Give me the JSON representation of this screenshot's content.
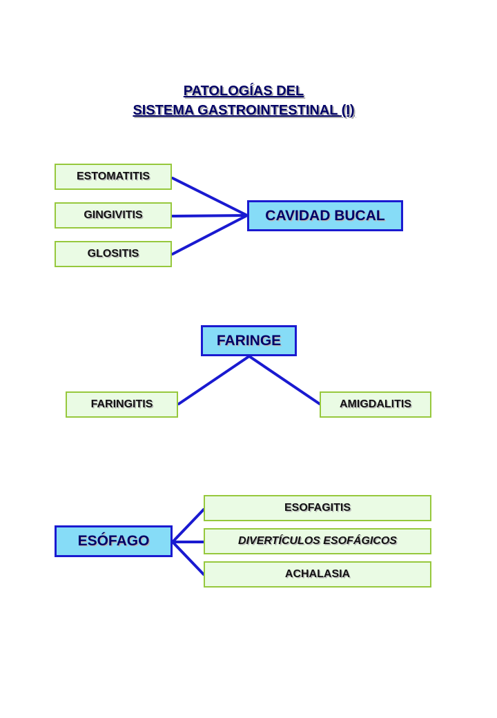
{
  "title": {
    "line1": "PATOLOGÍAS DEL",
    "line2": "SISTEMA GASTROINTESTINAL (I)"
  },
  "cavidad_bucal": {
    "label": "CAVIDAD BUCAL",
    "children": [
      "ESTOMATITIS",
      "GINGIVITIS",
      "GLOSITIS"
    ]
  },
  "faringe": {
    "label": "FARINGE",
    "children": [
      "FARINGITIS",
      "AMIGDALITIS"
    ]
  },
  "esofago": {
    "label": "ESÓFAGO",
    "children": [
      "ESOFAGITIS",
      "DIVERTÍCULOS ESOFÁGICOS",
      "ACHALASIA"
    ]
  },
  "colors": {
    "main_fill": "#86dcf7",
    "main_border": "#1a1ad0",
    "leaf_fill": "#eafbe4",
    "leaf_border": "#96c83c",
    "connector": "#1a1ad0"
  }
}
